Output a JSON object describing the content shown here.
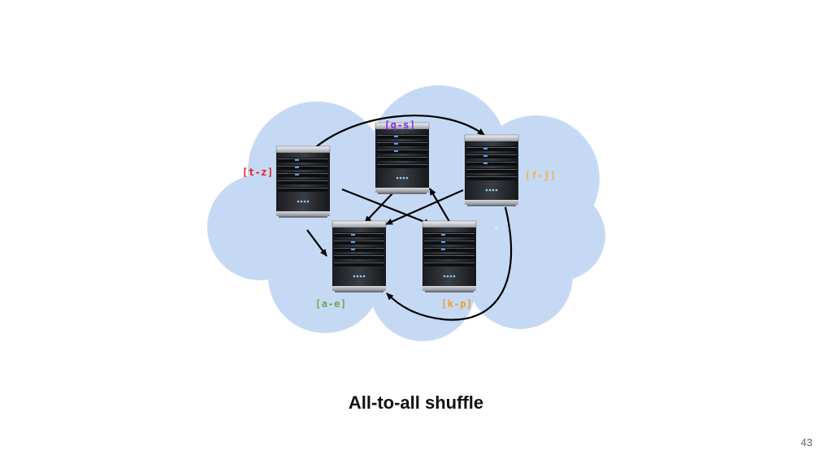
{
  "diagram": {
    "cloud_color": "#c6d9f4",
    "arrow_color": "#000000",
    "servers": [
      {
        "id": "t-z",
        "label": "[t-z]",
        "color": "#e0201c"
      },
      {
        "id": "q-s",
        "label": "[q-s]",
        "color": "#8a2be2"
      },
      {
        "id": "f-j",
        "label": "[f-j]",
        "color": "#e8b84a"
      },
      {
        "id": "a-e",
        "label": "[a-e]",
        "color": "#6aa84f"
      },
      {
        "id": "k-p",
        "label": "[k-p]",
        "color": "#f0a020"
      }
    ]
  },
  "caption": "All-to-all shuffle",
  "page_number": "43"
}
